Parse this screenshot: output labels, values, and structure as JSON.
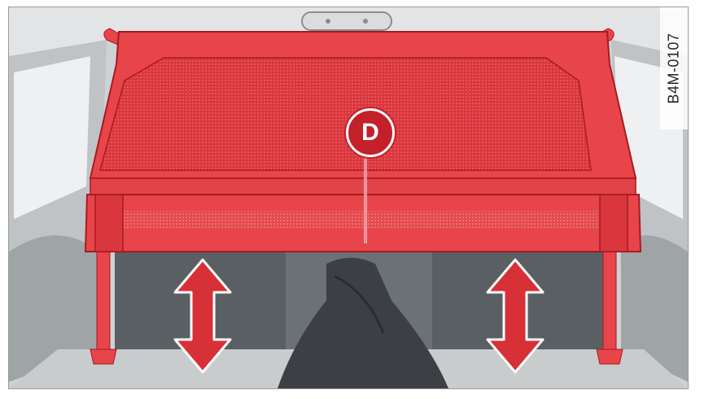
{
  "figure": {
    "code": "B4M-0107",
    "callout_label": "D"
  },
  "colors": {
    "cover_red": "#e8454a",
    "cover_dark_red": "#c4202a",
    "interior_gray": "#b8bcbf",
    "dark_gray": "#4a4e52"
  },
  "icons": [
    "luggage-cover",
    "up-down-arrow-left",
    "up-down-arrow-right",
    "callout-marker"
  ]
}
